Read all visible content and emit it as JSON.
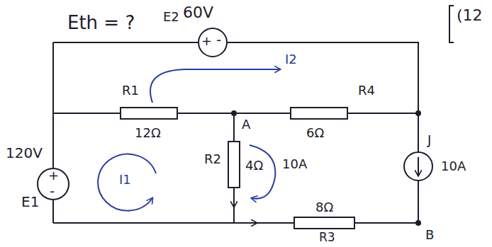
{
  "diagram": {
    "labels": [
      "Eth = ?",
      "E2",
      "60V",
      "+",
      "-",
      "I2",
      "R1",
      "R4",
      "12Ω",
      "A",
      "6Ω",
      "R2",
      "4Ω",
      "I1",
      "10A",
      "J",
      "10A",
      "120V",
      "E1",
      "+",
      "-",
      "8Ω",
      "R3",
      "B",
      "(12"
    ]
  }
}
